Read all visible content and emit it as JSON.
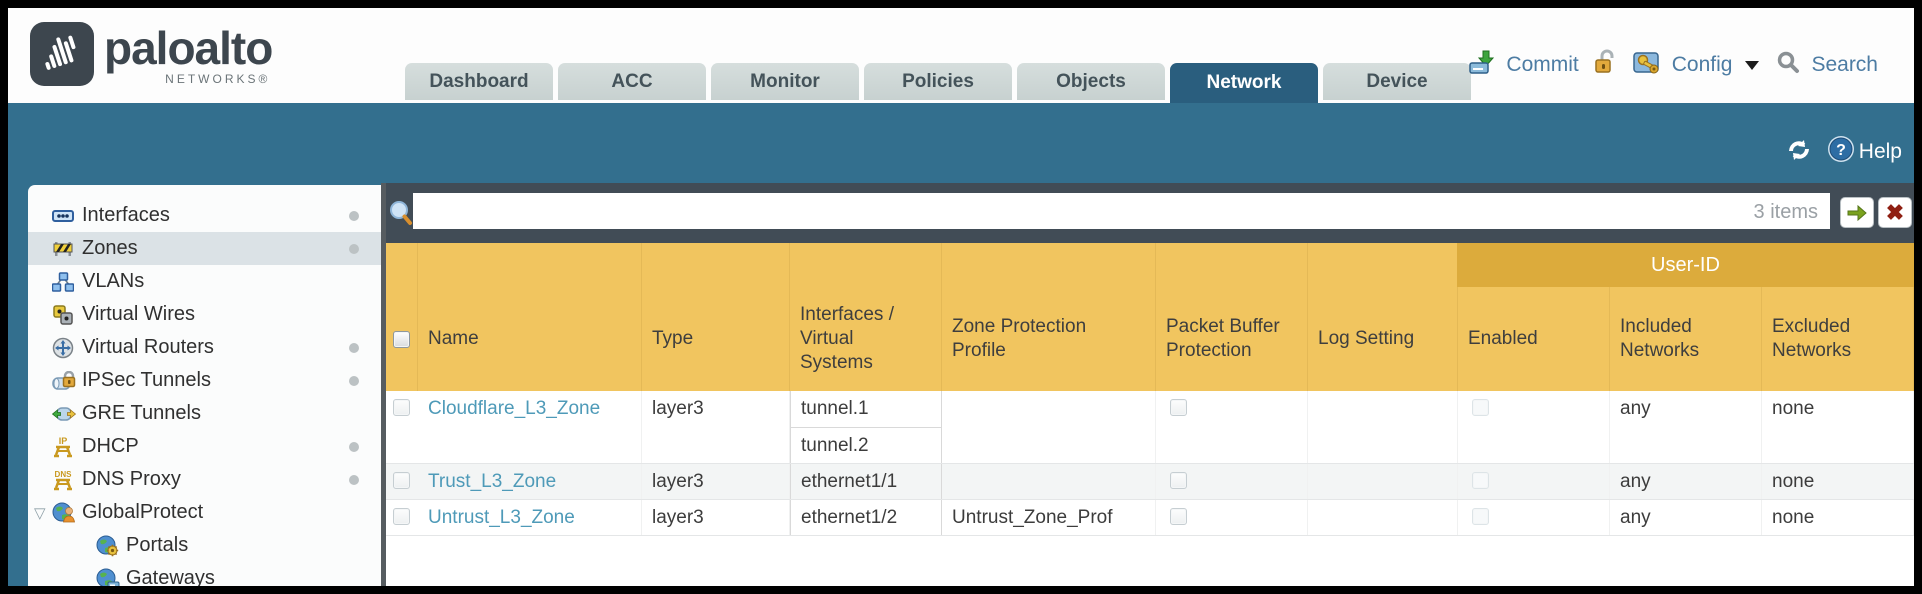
{
  "brand": {
    "name": "paloalto",
    "sub": "NETWORKS®"
  },
  "nav": {
    "tabs": [
      {
        "label": "Dashboard",
        "selected": false
      },
      {
        "label": "ACC",
        "selected": false
      },
      {
        "label": "Monitor",
        "selected": false
      },
      {
        "label": "Policies",
        "selected": false
      },
      {
        "label": "Objects",
        "selected": false
      },
      {
        "label": "Network",
        "selected": true
      },
      {
        "label": "Device",
        "selected": false
      }
    ],
    "commit_label": "Commit",
    "config_label": "Config",
    "search_label": "Search"
  },
  "band": {
    "help_label": "Help"
  },
  "sidebar": {
    "items": [
      {
        "label": "Interfaces",
        "icon": "interfaces-icon",
        "dot": true,
        "selected": false
      },
      {
        "label": "Zones",
        "icon": "zones-icon",
        "dot": true,
        "selected": true
      },
      {
        "label": "VLANs",
        "icon": "vlans-icon",
        "dot": false,
        "selected": false
      },
      {
        "label": "Virtual Wires",
        "icon": "virtual-wires-icon",
        "dot": false,
        "selected": false
      },
      {
        "label": "Virtual Routers",
        "icon": "virtual-routers-icon",
        "dot": true,
        "selected": false
      },
      {
        "label": "IPSec Tunnels",
        "icon": "ipsec-tunnels-icon",
        "dot": true,
        "selected": false
      },
      {
        "label": "GRE Tunnels",
        "icon": "gre-tunnels-icon",
        "dot": false,
        "selected": false
      },
      {
        "label": "DHCP",
        "icon": "dhcp-icon",
        "dot": true,
        "selected": false
      },
      {
        "label": "DNS Proxy",
        "icon": "dns-proxy-icon",
        "dot": true,
        "selected": false
      },
      {
        "label": "GlobalProtect",
        "icon": "globalprotect-icon",
        "dot": false,
        "selected": false,
        "expanded": true
      },
      {
        "label": "Portals",
        "icon": "portals-icon",
        "dot": false,
        "selected": false,
        "child": true
      },
      {
        "label": "Gateways",
        "icon": "gateways-icon",
        "dot": false,
        "selected": false,
        "child": true
      }
    ]
  },
  "filterbar": {
    "value": "",
    "items_count": "3 items"
  },
  "table": {
    "group_header": "User-ID",
    "columns": {
      "name": "Name",
      "type": "Type",
      "interfaces": "Interfaces / Virtual Systems",
      "zone_protection": "Zone Protection Profile",
      "packet_buffer": "Packet Buffer Protection",
      "log_setting": "Log Setting",
      "enabled": "Enabled",
      "included": "Included Networks",
      "excluded": "Excluded Networks"
    },
    "rows": [
      {
        "name": "Cloudflare_L3_Zone",
        "type": "layer3",
        "interfaces": [
          "tunnel.1",
          "tunnel.2"
        ],
        "zone_protection": "",
        "log_setting": "",
        "included": "any",
        "excluded": "none"
      },
      {
        "name": "Trust_L3_Zone",
        "type": "layer3",
        "interfaces": [
          "ethernet1/1"
        ],
        "zone_protection": "",
        "log_setting": "",
        "included": "any",
        "excluded": "none"
      },
      {
        "name": "Untrust_L3_Zone",
        "type": "layer3",
        "interfaces": [
          "ethernet1/2"
        ],
        "zone_protection": "Untrust_Zone_Prof",
        "log_setting": "",
        "included": "any",
        "excluded": "none"
      }
    ]
  },
  "colors": {
    "teal_band": "#336f8e",
    "selected_tab": "#2a5e7e",
    "header_orange": "#f1c55f",
    "group_orange": "#dcab3c",
    "filter_strip": "#414c56",
    "link_blue": "#4e9ab8"
  }
}
